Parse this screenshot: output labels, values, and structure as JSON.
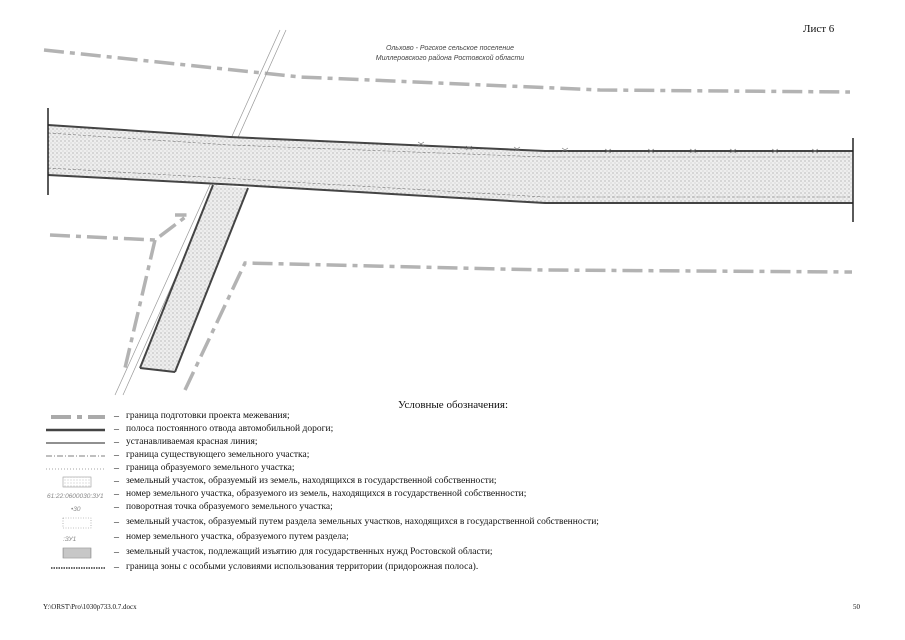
{
  "sheet_label": "Лист 6",
  "plan": {
    "title_line1": "Ольхово - Рогское сельское поселение",
    "title_line2": "Миллеровского района Ростовской области"
  },
  "legend": {
    "title": "Условные обозначения:",
    "dash": "–",
    "items": [
      {
        "symbol": "thick-dash",
        "text": "граница подготовки проекта межевания;"
      },
      {
        "symbol": "thick-line",
        "text": "полоса постоянного отвода автомобильной дороги;"
      },
      {
        "symbol": "thin-line",
        "text": "устанавливаемая красная линия;"
      },
      {
        "symbol": "dash-dot",
        "text": "граница существующего земельного участка;"
      },
      {
        "symbol": "dotted",
        "text": "граница образуемого земельного участка;"
      },
      {
        "symbol": "stipple-box",
        "text": "земельный участок, образуемый из земель, находящихся в государственной собственности;"
      },
      {
        "symbol": "code-text",
        "code": "61:22:0600030:ЗУ1",
        "text": "номер земельного участка, образуемого из земель, находящихся в государственной собственности;"
      },
      {
        "symbol": "point",
        "code": "•30",
        "text": "поворотная точка образуемого земельного участка;"
      },
      {
        "symbol": "dotted-box",
        "text": "земельный участок, образуемый путем раздела  земельных участков, находящихся в государственной собственности;"
      },
      {
        "symbol": "code-text",
        "code": ":ЗУ1",
        "text": "номер земельного участка, образуемого путем раздела;"
      },
      {
        "symbol": "dense-stipple",
        "text": "земельный участок, подлежащий изъятию для государственных нужд Ростовской области;"
      },
      {
        "symbol": "zone-line",
        "text": "граница зоны с особыми условиями использования территории (придорожная полоса)."
      }
    ]
  },
  "footer": {
    "path": "Y:\\ORST\\Pro\\1030p733.0.7.docx",
    "page": "50"
  }
}
